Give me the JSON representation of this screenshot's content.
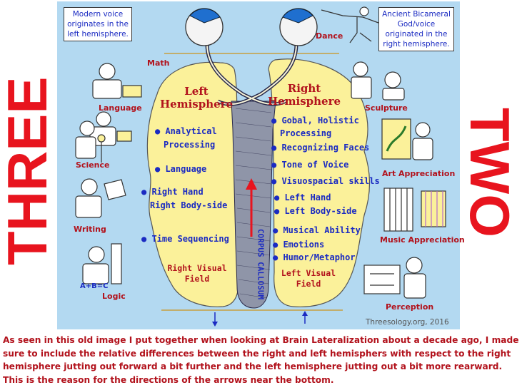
{
  "side_words": {
    "left": "THREE",
    "right": "TWO"
  },
  "callouts": {
    "left": "Modern voice originates in the left hemisphere.",
    "right": "Ancient Bicameral God/voice originated in the right hemisphere."
  },
  "left_labels": [
    "Math",
    "Language",
    "Science",
    "Writing",
    "Logic"
  ],
  "right_labels": [
    "Dance",
    "Sculpture",
    "Art Appreciation",
    "Music Appreciation",
    "Perception"
  ],
  "formula": "A+B=C",
  "left_hemisphere": {
    "title": [
      "Left",
      "Hemisphere"
    ],
    "functions": [
      "Analytical",
      "Processing",
      "Language",
      "Right Hand",
      "Right Body-side",
      "Time Sequencing"
    ],
    "field": [
      "Right Visual",
      "Field"
    ]
  },
  "right_hemisphere": {
    "title": [
      "Right",
      "Hemisphere"
    ],
    "functions": [
      "Gobal, Holistic",
      "Processing",
      "Recognizing Faces",
      "Tone of Voice",
      "Visuospacial skills",
      "Left Hand",
      "Left Body-side",
      "Musical Ability",
      "Emotions",
      "Humor/Metaphor"
    ],
    "field": [
      "Left Visual",
      "Field"
    ]
  },
  "corpus_label": "CORPUS CALLOSUM",
  "watermark": "Threesology.org, 2016",
  "caption": "As seen in this old image I put together when looking at Brain Lateralization about a decade ago, I made sure to include the relative differences between the right and left hemisphers with respect to the right hemisphere jutting out forward a bit further and the left hemisphere jutting out a bit more rearward. This is the reason for the directions of the arrows near the bottom.",
  "colors": {
    "red": "#e8141e",
    "dark_red": "#b2121c",
    "blue": "#1b2bc2",
    "panel": "#b3d9f1",
    "brain": "#fbf19a"
  }
}
